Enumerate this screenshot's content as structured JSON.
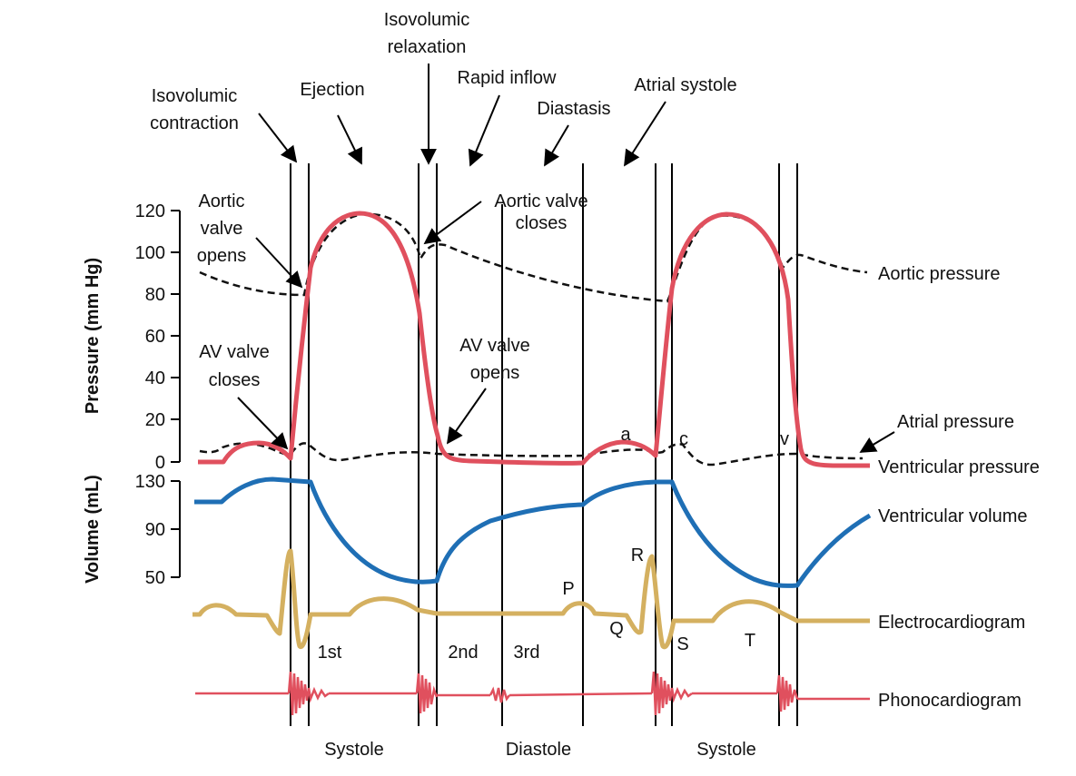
{
  "phases": {
    "isovolumic_contraction": [
      "Isovolumic",
      "contraction"
    ],
    "ejection": "Ejection",
    "isovolumic_relaxation": [
      "Isovolumic",
      "relaxation"
    ],
    "rapid_inflow": "Rapid inflow",
    "diastasis": "Diastasis",
    "atrial_systole": "Atrial systole"
  },
  "events": {
    "aortic_valve_opens": [
      "Aortic",
      "valve",
      "opens"
    ],
    "aortic_valve_closes": [
      "Aortic valve",
      "closes"
    ],
    "av_valve_closes": [
      "AV valve",
      "closes"
    ],
    "av_valve_opens": [
      "AV valve",
      "opens"
    ]
  },
  "axes": {
    "pressure_title": "Pressure (mm Hg)",
    "volume_title": "Volume (mL)",
    "pressure_ticks": [
      "120",
      "100",
      "80",
      "60",
      "40",
      "20",
      "0"
    ],
    "volume_ticks": [
      "130",
      "90",
      "50"
    ]
  },
  "traces": {
    "aortic_pressure": "Aortic pressure",
    "atrial_pressure": "Atrial pressure",
    "ventricular_pressure": "Ventricular pressure",
    "ventricular_volume": "Ventricular volume",
    "electrocardiogram": "Electrocardiogram",
    "phonocardiogram": "Phonocardiogram"
  },
  "wave_labels": {
    "a": "a",
    "c": "c",
    "v": "v",
    "P": "P",
    "Q": "Q",
    "R": "R",
    "S": "S",
    "T": "T"
  },
  "heart_sounds": {
    "first": "1st",
    "second": "2nd",
    "third": "3rd"
  },
  "periods": {
    "systole_1": "Systole",
    "diastole": "Diastole",
    "systole_2": "Systole"
  },
  "colors": {
    "ventricular_pressure": "#e0505e",
    "ventricular_volume": "#1f6fb5",
    "ecg": "#d4b060",
    "phono": "#e0505e",
    "dashed": "#111111"
  }
}
